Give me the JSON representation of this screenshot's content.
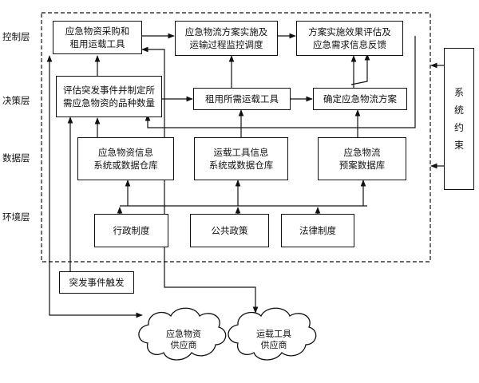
{
  "layers": {
    "control": "控制层",
    "decision": "决策层",
    "data": "数据层",
    "environment": "环境层"
  },
  "boxes": {
    "procure": "应急物资采购和\n租用运载工具",
    "plan_implement": "应急物流方案实施及\n运输过程监控调度",
    "evaluate": "方案实施效果评估及\n应急需求信息反馈",
    "assess": "评估突发事件并制定所\n需应急物资的品种数量",
    "rent_tools": "租用所需运载工具",
    "confirm_plan": "确定应急物流方案",
    "db_materials": "应急物资信息\n系统或数据仓库",
    "db_tools": "运载工具信息\n系统或数据仓库",
    "db_plans": "应急物流\n预案数据库",
    "admin": "行政制度",
    "policy": "公共政策",
    "law": "法律制度",
    "trigger": "突发事件触发",
    "constraint": "系\n统\n约\n束"
  },
  "clouds": {
    "supplier_materials": "应急物资\n供应商",
    "supplier_tools": "运载工具\n供应商"
  }
}
